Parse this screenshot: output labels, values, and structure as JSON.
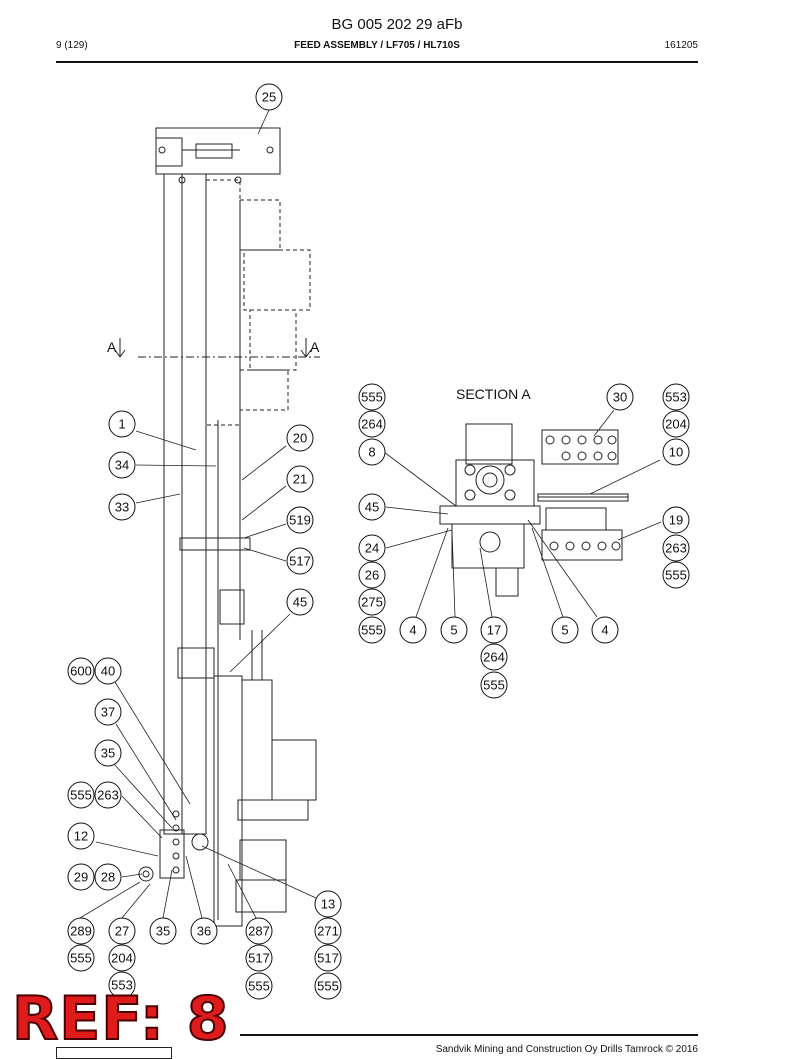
{
  "header": {
    "doc_number": "BG 005 202 29 aFb",
    "page": "9 (129)",
    "title": "FEED ASSEMBLY / LF705 / HL710S",
    "code": "161205"
  },
  "drawing": {
    "section_label": "SECTION A",
    "section_mark_left": "A",
    "section_mark_right": "A",
    "callouts": [
      "25",
      "1",
      "34",
      "33",
      "20",
      "21",
      "519",
      "517",
      "45",
      "600",
      "40",
      "37",
      "35",
      "555",
      "263",
      "12",
      "29",
      "28",
      "13",
      "289",
      "27",
      "35",
      "36",
      "287",
      "271",
      "555",
      "204",
      "553",
      "517",
      "517",
      "555",
      "555",
      "555",
      "264",
      "8",
      "45",
      "24",
      "26",
      "275",
      "555",
      "4",
      "5",
      "17",
      "5",
      "4",
      "264",
      "555",
      "30",
      "553",
      "204",
      "10",
      "19",
      "263",
      "555"
    ]
  },
  "stamp": {
    "text": "REF: 8"
  },
  "footer": {
    "copyright": "Sandvik Mining and Construction Oy Drills Tamrock © 2016"
  }
}
